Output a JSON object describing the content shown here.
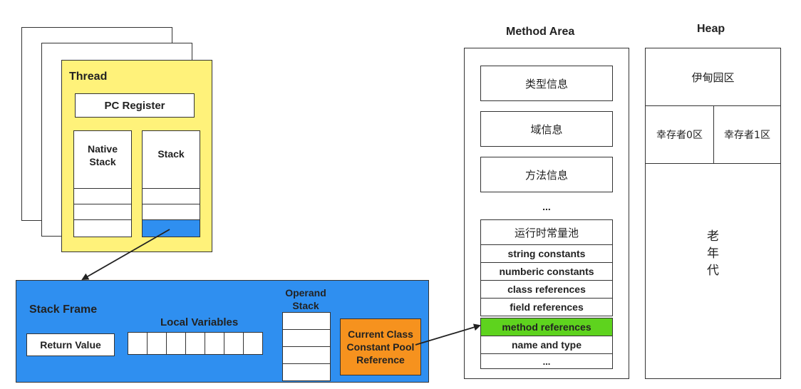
{
  "thread": {
    "title": "Thread",
    "pc_register": "PC Register",
    "native_stack": "Native\nStack",
    "stack": "Stack"
  },
  "stack_frame": {
    "title": "Stack Frame",
    "local_variables": "Local Variables",
    "operand_stack": "Operand\nStack",
    "return_value": "Return Value",
    "constant_pool_ref": "Current Class\nConstant Pool\nReference"
  },
  "method_area": {
    "title": "Method Area",
    "items": [
      "类型信息",
      "域信息",
      "方法信息"
    ],
    "ellipsis": "...",
    "pool_title": "运行时常量池",
    "pool_rows": [
      "string constants",
      "numberic constants",
      "class references",
      "field references",
      "method references",
      "name and type",
      "..."
    ]
  },
  "heap": {
    "title": "Heap",
    "eden": "伊甸园区",
    "survivor0": "幸存者0区",
    "survivor1": "幸存者1区",
    "old_gen": "老\n年\n代"
  },
  "colors": {
    "thread_bg": "#fff27a",
    "stack_frame_bg": "#2f8ff0",
    "highlight_cell": "#2f8ff0",
    "constant_pool_ref_bg": "#f6921e",
    "method_ref_bg": "#5ed31e"
  }
}
